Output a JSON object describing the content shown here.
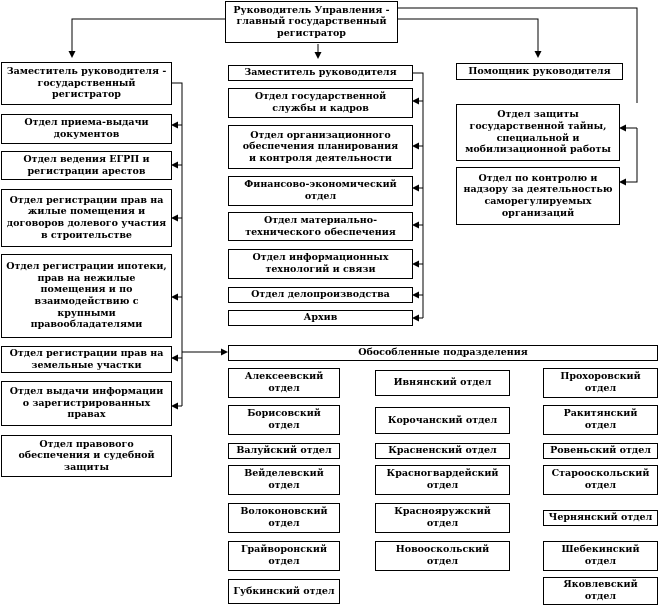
{
  "head": "Руководитель Управления -\nглавный государственный\nрегистратор",
  "deputy_left": {
    "title": "Заместитель руководителя -\nгосударственный\nрегистратор",
    "departments": [
      "Отдел приема-выдачи\nдокументов",
      "Отдел ведения ЕГРП и\nрегистрации арестов",
      "Отдел регистрации прав на\nжилые помещения и\nдоговоров долевого участия\nв строительстве",
      "Отдел регистрации ипотеки,\nправ на нежилые\nпомещения и по\nвзаимодействию с\nкрупными\nправообладателями",
      "Отдел регистрации прав на\nземельные участки",
      "Отдел выдачи информации\nо зарегистрированных\nправах",
      "Отдел правового\nобеспечения и судебной\nзащиты"
    ]
  },
  "deputy_center": {
    "title": "Заместитель руководителя",
    "departments": [
      "Отдел государственной\nслужбы и кадров",
      "Отдел организационного\nобеспечения планирования\nи контроля деятельности",
      "Финансово-экономический\nотдел",
      "Отдел материально-\nтехнического обеспечения",
      "Отдел информационных\nтехнологий и связи",
      "Отдел делопроизводства",
      "Архив"
    ]
  },
  "assistant": "Помощник руководителя",
  "right_departments": [
    "Отдел защиты\nгосударственной тайны,\nспециальной и\nмобилизационной работы",
    "Отдел по контролю и\nнадзору за деятельностью\nсаморегулируемых\nорганизаций"
  ],
  "subdivisions": {
    "title": "Обособленные подразделения",
    "col1": [
      "Алексеевский\nотдел",
      "Борисовский\nотдел",
      "Валуйский отдел",
      "Вейделевский\nотдел",
      "Волоконовский\nотдел",
      "Грайворонский\nотдел",
      "Губкинский отдел"
    ],
    "col2": [
      "Ивнянский отдел",
      "Корочанский отдел",
      "Красненский отдел",
      "Красногвардейский\nотдел",
      "Краснояружский\nотдел",
      "Новооскольский\nотдел"
    ],
    "col3": [
      "Прохоровский\nотдел",
      "Ракитянский\nотдел",
      "Ровеньский отдел",
      "Старооскольский\nотдел",
      "Чернянский отдел",
      "Шебекинский\nотдел",
      "Яковлевский\nотдел"
    ]
  }
}
